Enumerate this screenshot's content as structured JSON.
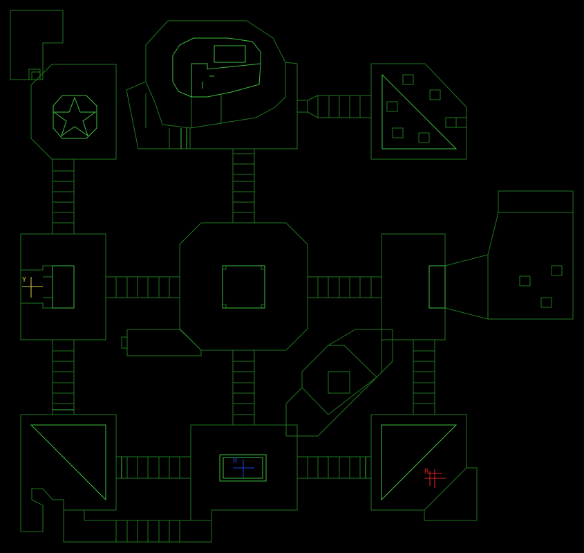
{
  "automap": {
    "colors": {
      "background": "#000000",
      "wall": "#1f7a1f",
      "wall_bright": "#3fbf3f",
      "yellow_key": "#e0d040",
      "blue_key": "#2040e0",
      "red_key": "#e02020"
    },
    "keys": [
      {
        "id": "yellow",
        "letter": "Y",
        "icon": "yellow-key-marker"
      },
      {
        "id": "blue",
        "letter": "B",
        "icon": "blue-key-marker"
      },
      {
        "id": "red",
        "letter": "R",
        "icon": "red-key-marker"
      }
    ]
  }
}
